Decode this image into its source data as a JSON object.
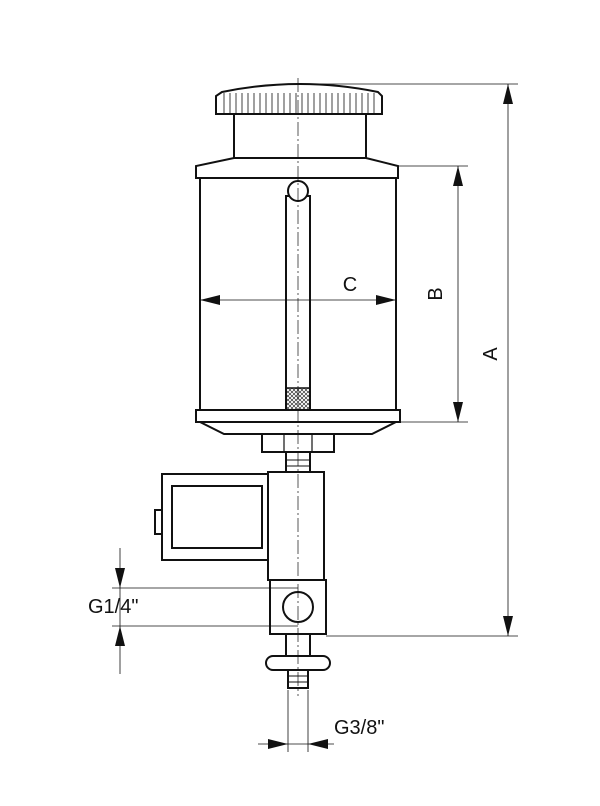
{
  "dimensions": {
    "A": "A",
    "B": "B",
    "C": "C",
    "inlet_thread": "G1/4\"",
    "outlet_thread": "G3/8\""
  },
  "colors": {
    "line": "#111111",
    "background": "#ffffff"
  }
}
